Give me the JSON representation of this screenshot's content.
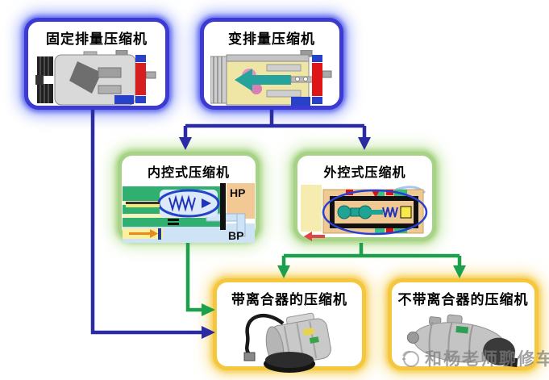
{
  "nodes": {
    "fixed": {
      "label": "固定排量压缩机"
    },
    "variable": {
      "label": "变排量压缩机"
    },
    "internal": {
      "label": "内控式压缩机",
      "hp": "HP",
      "bp": "BP"
    },
    "external": {
      "label": "外控式压缩机"
    },
    "with_clutch": {
      "label": "带离合器的压缩机"
    },
    "without_clutch": {
      "label": "不带离合器的压缩机"
    }
  },
  "watermark": {
    "text": "和杨老师聊修车"
  },
  "colors": {
    "level1_ring": "#3c3ad2",
    "level2_ring": "#a6d387",
    "level3_ring": "#f5c73e",
    "arrow_blue": "#2b2ba3",
    "arrow_green": "#1da04c"
  }
}
